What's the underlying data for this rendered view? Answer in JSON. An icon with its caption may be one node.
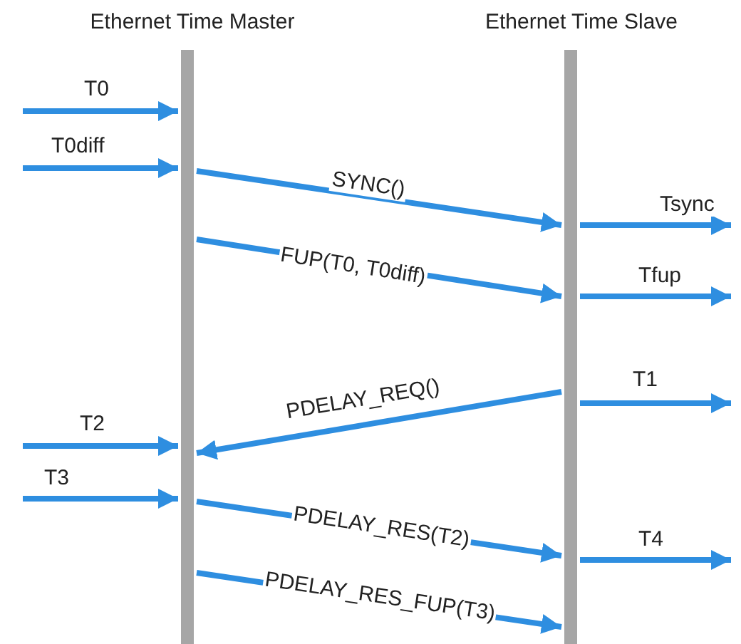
{
  "diagram": {
    "nodes": [
      {
        "text": [
          "Ethernet Time Master"
        ]
      },
      {
        "text": [
          "Ethernet Time Slave"
        ]
      }
    ],
    "edges": [
      {
        "from": null,
        "to": 0,
        "arrow": "to",
        "label": "T0"
      },
      {
        "from": null,
        "to": 0,
        "arrow": "to",
        "label": "T0diff"
      },
      {
        "from": 0,
        "to": 1,
        "arrow": "to",
        "label": "SYNC()"
      },
      {
        "from": 1,
        "to": null,
        "arrow": "to",
        "label": "Tsync"
      },
      {
        "from": 0,
        "to": 1,
        "arrow": "to",
        "label": "FUP(T0, T0diff)"
      },
      {
        "from": 1,
        "to": null,
        "arrow": "to",
        "label": "Tfup"
      },
      {
        "from": 1,
        "to": null,
        "arrow": "to",
        "label": "T1"
      },
      {
        "from": 1,
        "to": 0,
        "arrow": "to",
        "label": "PDELAY_REQ()"
      },
      {
        "from": null,
        "to": 0,
        "arrow": "to",
        "label": "T2"
      },
      {
        "from": null,
        "to": 0,
        "arrow": "to",
        "label": "T3"
      },
      {
        "from": 0,
        "to": 1,
        "arrow": "to",
        "label": "PDELAY_RES(T2)"
      },
      {
        "from": 1,
        "to": null,
        "arrow": "to",
        "label": "T4"
      },
      {
        "from": 0,
        "to": 1,
        "arrow": "to",
        "label": "PDELAY_RES_FUP(T3)"
      }
    ]
  }
}
